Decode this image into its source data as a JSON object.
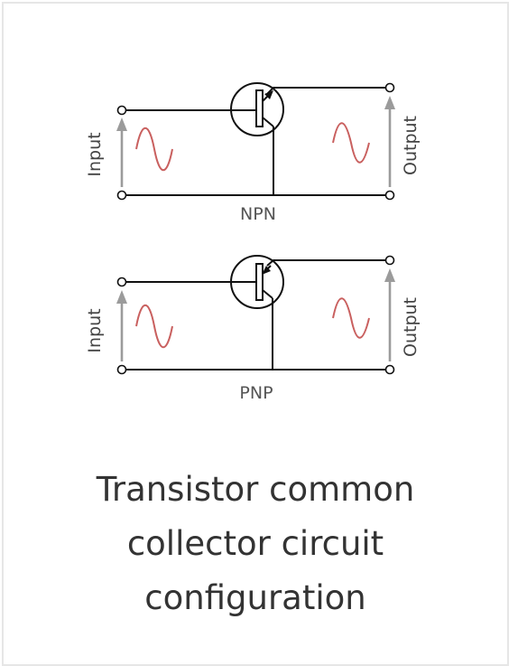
{
  "circuits": [
    {
      "type_label": "NPN",
      "input_label": "Input",
      "output_label": "Output"
    },
    {
      "type_label": "PNP",
      "input_label": "Input",
      "output_label": "Output"
    }
  ],
  "caption": {
    "line1": "Transistor common",
    "line2": "collector circuit",
    "line3": "configuration"
  },
  "colors": {
    "wire": "#111111",
    "arrow": "#9b9b9b",
    "wave": "#c9605f",
    "caption_text": "#333333",
    "border": "#e6e6e6"
  }
}
